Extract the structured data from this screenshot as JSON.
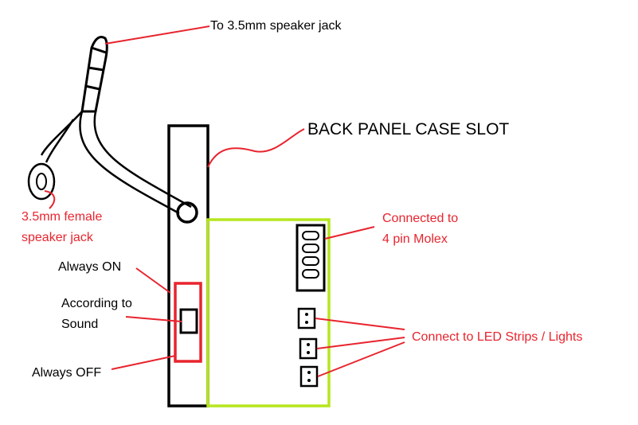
{
  "colors": {
    "black": "#000000",
    "red": "#e8242e",
    "green": "#b5e61d"
  },
  "labels": {
    "speaker_jack_plug": "To 3.5mm speaker jack",
    "back_panel": "BACK PANEL CASE SLOT",
    "female_jack_line1": "3.5mm female",
    "female_jack_line2": "speaker jack",
    "molex_line1": "Connected to",
    "molex_line2": "4 pin Molex",
    "always_on": "Always ON",
    "according_line1": "According to",
    "according_line2": "Sound",
    "always_off": "Always OFF",
    "led": "Connect to LED Strips / Lights"
  }
}
